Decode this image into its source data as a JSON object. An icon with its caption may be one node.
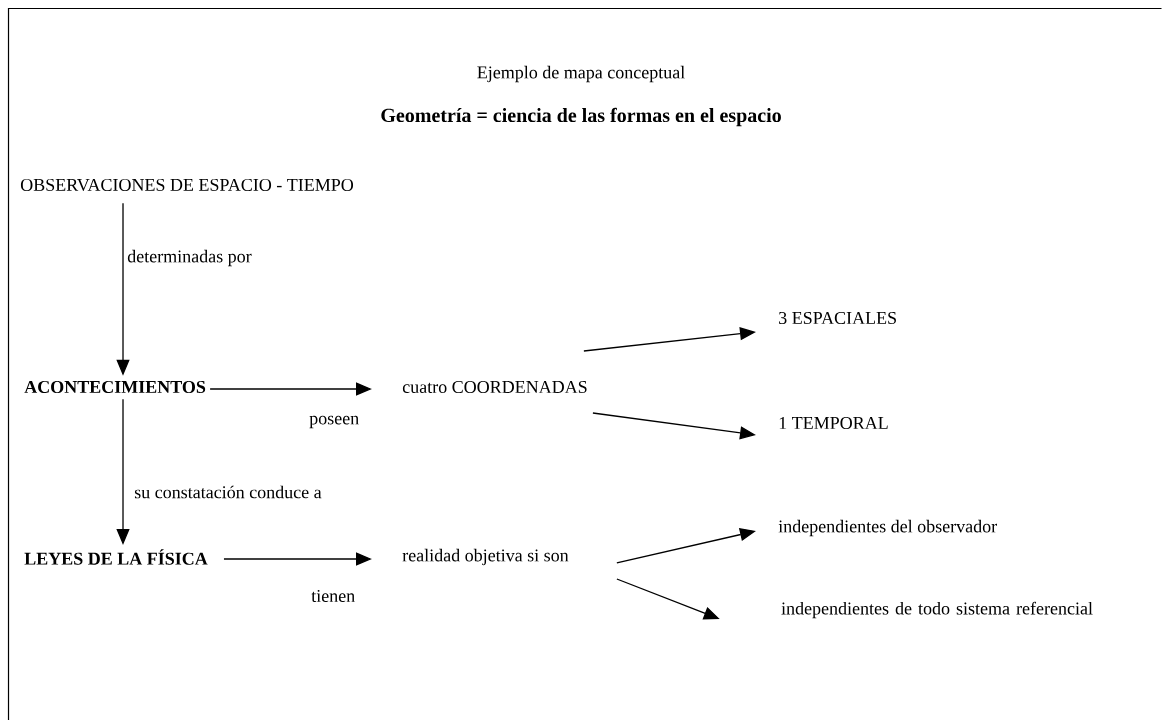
{
  "diagram": {
    "title": "Geometría = ciencia de las formas en el espacio",
    "nodes": [
      {
        "text": [
          "OBSERVACIONES DE ESPACIO - TIEMPO"
        ]
      },
      {
        "text": [
          "ACONTECIMIENTOS"
        ]
      },
      {
        "text": [
          "cuatro COORDENADAS"
        ]
      },
      {
        "text": [
          "3 ESPACIALES"
        ]
      },
      {
        "text": [
          "1 TEMPORAL"
        ]
      },
      {
        "text": [
          "LEYES DE LA FÍSICA"
        ]
      },
      {
        "text": [
          "realidad objetiva si son"
        ]
      },
      {
        "text": [
          "independientes del observador"
        ]
      },
      {
        "text": [
          "independientes de todo sistema referencial"
        ]
      }
    ],
    "edges": [
      {
        "from": 0,
        "to": 1,
        "arrow": "to",
        "label": "determinadas por"
      },
      {
        "from": 1,
        "to": 2,
        "arrow": "to",
        "label": "poseen"
      },
      {
        "from": 2,
        "to": 3,
        "arrow": "to"
      },
      {
        "from": 2,
        "to": 4,
        "arrow": "to"
      },
      {
        "from": 1,
        "to": 5,
        "arrow": "to",
        "label": "su constatación conduce a"
      },
      {
        "from": 5,
        "to": 6,
        "arrow": "to",
        "label": "tienen"
      },
      {
        "from": 6,
        "to": 7,
        "arrow": "to"
      },
      {
        "from": 6,
        "to": 8,
        "arrow": "to"
      }
    ],
    "labels": [
      "Ejemplo de mapa conceptual"
    ]
  }
}
